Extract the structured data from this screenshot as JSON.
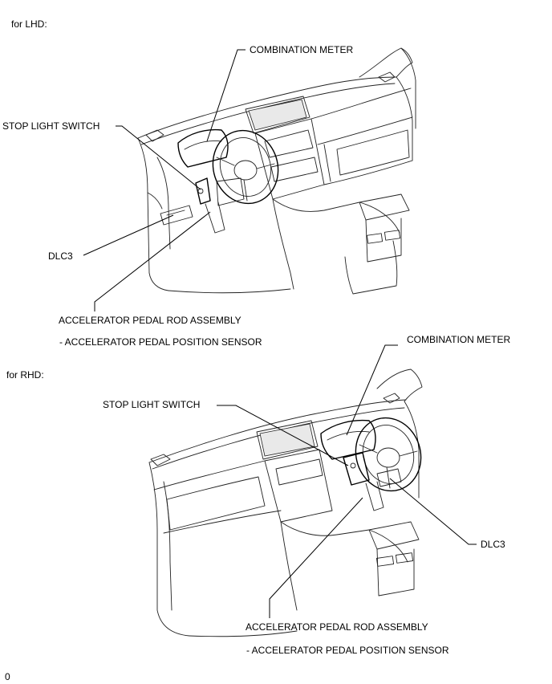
{
  "lhd": {
    "heading": "for LHD:",
    "combination_meter": "COMBINATION METER",
    "stop_light_switch": "STOP LIGHT SWITCH",
    "dlc3": "DLC3",
    "accel_rod": "ACCELERATOR PEDAL ROD ASSEMBLY",
    "accel_sensor": "- ACCELERATOR PEDAL POSITION SENSOR"
  },
  "rhd": {
    "heading": "for RHD:",
    "combination_meter": "COMBINATION METER",
    "stop_light_switch": "STOP LIGHT SWITCH",
    "dlc3": "DLC3",
    "accel_rod": "ACCELERATOR PEDAL ROD ASSEMBLY",
    "accel_sensor": "- ACCELERATOR PEDAL POSITION SENSOR"
  },
  "footer_code": "0"
}
